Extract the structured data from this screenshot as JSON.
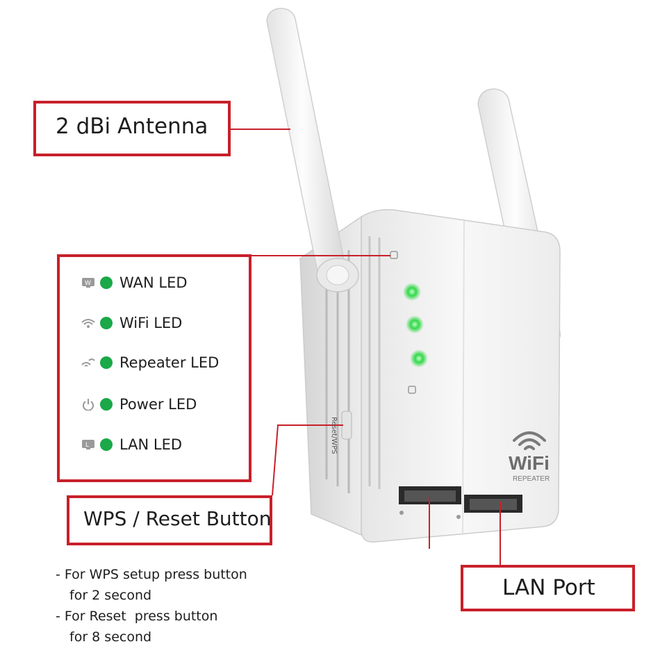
{
  "callouts": {
    "antenna": "2 dBi Antenna",
    "wps_button": "WPS / Reset Button",
    "lan_port": "LAN Port"
  },
  "leds": [
    {
      "label": "WAN LED",
      "icon": "wan-icon"
    },
    {
      "label": "WiFi LED",
      "icon": "wifi-icon"
    },
    {
      "label": "Repeater LED",
      "icon": "repeater-icon"
    },
    {
      "label": "Power LED",
      "icon": "power-icon"
    },
    {
      "label": "LAN LED",
      "icon": "lan-icon"
    }
  ],
  "notes": [
    "- For WPS setup press button",
    "for 2 second",
    "- For Reset  press button",
    "for 8 second"
  ],
  "device": {
    "logo_text": "WiFi",
    "logo_subtext": "REPEATER",
    "side_label": "Reset/WPS"
  },
  "colors": {
    "callout_border": "#c8202a",
    "led_green": "#1aa848",
    "device_body": "#f2f2f2"
  }
}
